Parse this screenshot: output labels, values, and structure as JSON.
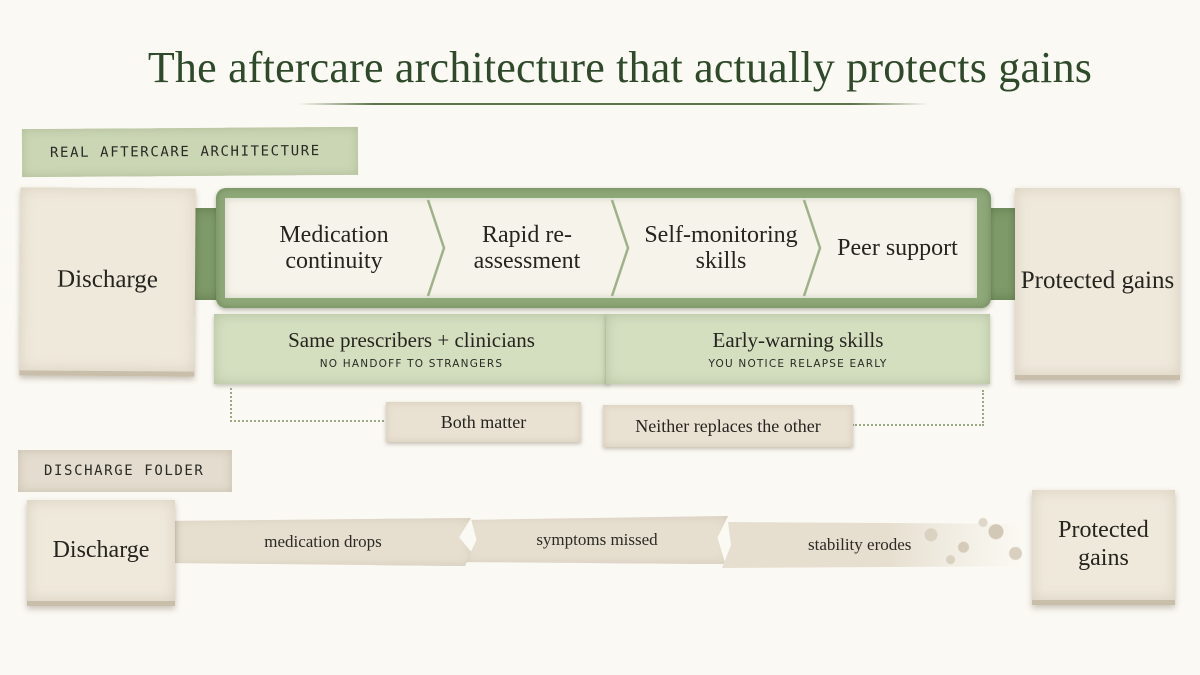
{
  "title": "The aftercare architecture that actually protects gains",
  "top": {
    "label": "REAL AFTERCARE ARCHITECTURE",
    "start": "Discharge",
    "end": "Protected gains",
    "steps": [
      "Medication continuity",
      "Rapid re-assessment",
      "Self-monitoring skills",
      "Peer support"
    ],
    "panels": [
      {
        "main": "Same prescribers + clinicians",
        "sub": "NO HANDOFF TO STRANGERS"
      },
      {
        "main": "Early-warning skills",
        "sub": "YOU NOTICE RELAPSE EARLY"
      }
    ],
    "tags": [
      "Both matter",
      "Neither replaces the other"
    ]
  },
  "bottom": {
    "label": "DISCHARGE FOLDER",
    "start": "Discharge",
    "end": "Protected gains",
    "segments": [
      "medication drops",
      "symptoms missed",
      "stability erodes"
    ]
  },
  "colors": {
    "title_green": "#2f4a2a",
    "band_green": "#8ea878",
    "panel_green": "#d4dfc0",
    "paper": "#efe9dc"
  }
}
